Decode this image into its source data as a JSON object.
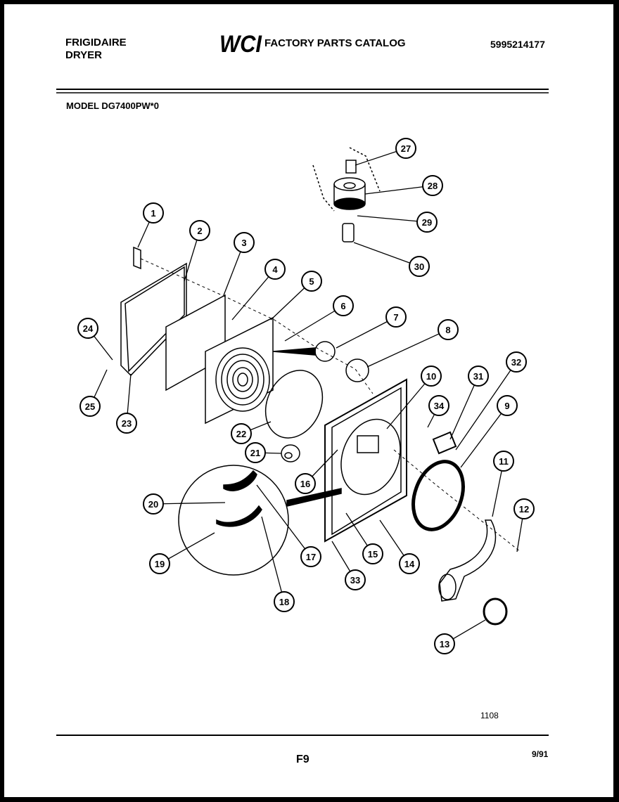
{
  "header": {
    "brand_line1": "FRIGIDAIRE",
    "brand_line2": "DRYER",
    "logo_text": "WCI",
    "catalog_title": "FACTORY PARTS CATALOG",
    "part_number": "5995214177",
    "model": "MODEL DG7400PW*0"
  },
  "footer": {
    "diagram_code": "1108",
    "page_id": "F9",
    "date": "9/91"
  },
  "callouts": [
    "1",
    "2",
    "3",
    "4",
    "5",
    "6",
    "7",
    "8",
    "9",
    "10",
    "11",
    "12",
    "13",
    "14",
    "15",
    "16",
    "17",
    "18",
    "19",
    "20",
    "21",
    "22",
    "23",
    "24",
    "25",
    "27",
    "28",
    "29",
    "30",
    "31",
    "32",
    "33",
    "34"
  ],
  "colors": {
    "paper": "#ffffff",
    "ink": "#000000",
    "border": "#000000"
  }
}
